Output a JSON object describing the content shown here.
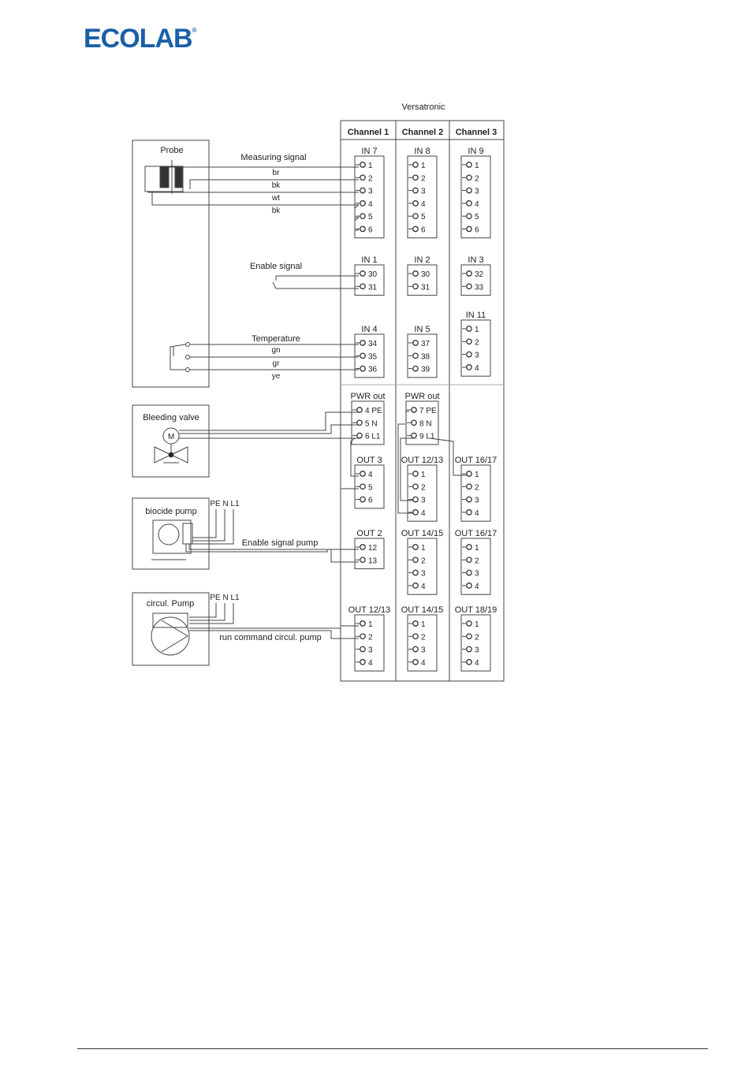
{
  "brand": {
    "logo_text": "ECOLAB",
    "registered": "®"
  },
  "diagram": {
    "title": "Versatronic",
    "channels": [
      "Channel 1",
      "Channel 2",
      "Channel 3"
    ],
    "devices": {
      "probe": "Probe",
      "bleeding_valve": "Bleeding valve",
      "motor": "M",
      "biocide_pump": "biocide pump",
      "circ_pump": "circul. Pump",
      "pe_n_l1_a": "PE N L1",
      "pe_n_l1_b": "PE N L1"
    },
    "signals": {
      "measuring": "Measuring signal",
      "wires_measuring": [
        "br",
        "bk",
        "wt",
        "bk"
      ],
      "enable": "Enable signal",
      "temperature": "Temperature",
      "wires_temperature": [
        "gn",
        "gr",
        "ye"
      ],
      "enable_pump": "Enable signal pump",
      "run_command": "run command circul. pump"
    },
    "blocks": [
      {
        "label": "IN 7",
        "pins": [
          "1",
          "2",
          "3",
          "4",
          "5",
          "6"
        ]
      },
      {
        "label": "IN 8",
        "pins": [
          "1",
          "2",
          "3",
          "4",
          "5",
          "6"
        ]
      },
      {
        "label": "IN 9",
        "pins": [
          "1",
          "2",
          "3",
          "4",
          "5",
          "6"
        ]
      },
      {
        "label": "IN 1",
        "pins": [
          "30",
          "31"
        ]
      },
      {
        "label": "IN 2",
        "pins": [
          "30",
          "31"
        ]
      },
      {
        "label": "IN 3",
        "pins": [
          "32",
          "33"
        ]
      },
      {
        "label": "IN 11",
        "pins": [
          "1",
          "2",
          "3",
          "4"
        ]
      },
      {
        "label": "IN 4",
        "pins": [
          "34",
          "35",
          "36"
        ]
      },
      {
        "label": "IN 5",
        "pins": [
          "37",
          "38",
          "39"
        ]
      },
      {
        "label": "PWR out",
        "pins": [
          "4 PE",
          "5 N",
          "6 L1"
        ]
      },
      {
        "label": "PWR out",
        "pins": [
          "7 PE",
          "8 N",
          "9 L1"
        ]
      },
      {
        "label": "OUT 3",
        "pins": [
          "4",
          "5",
          "6"
        ]
      },
      {
        "label": "OUT 12/13",
        "pins": [
          "1",
          "2",
          "3",
          "4"
        ]
      },
      {
        "label": "OUT 16/17",
        "pins": [
          "1",
          "2",
          "3",
          "4"
        ]
      },
      {
        "label": "OUT 2",
        "pins": [
          "12",
          "13"
        ]
      },
      {
        "label": "OUT 14/15",
        "pins": [
          "1",
          "2",
          "3",
          "4"
        ]
      },
      {
        "label": "OUT 16/17",
        "pins": [
          "1",
          "2",
          "3",
          "4"
        ]
      },
      {
        "label": "OUT 12/13",
        "pins": [
          "1",
          "2",
          "3",
          "4"
        ]
      },
      {
        "label": "OUT 14/15",
        "pins": [
          "1",
          "2",
          "3",
          "4"
        ]
      },
      {
        "label": "OUT 18/19",
        "pins": [
          "1",
          "2",
          "3",
          "4"
        ]
      }
    ]
  }
}
